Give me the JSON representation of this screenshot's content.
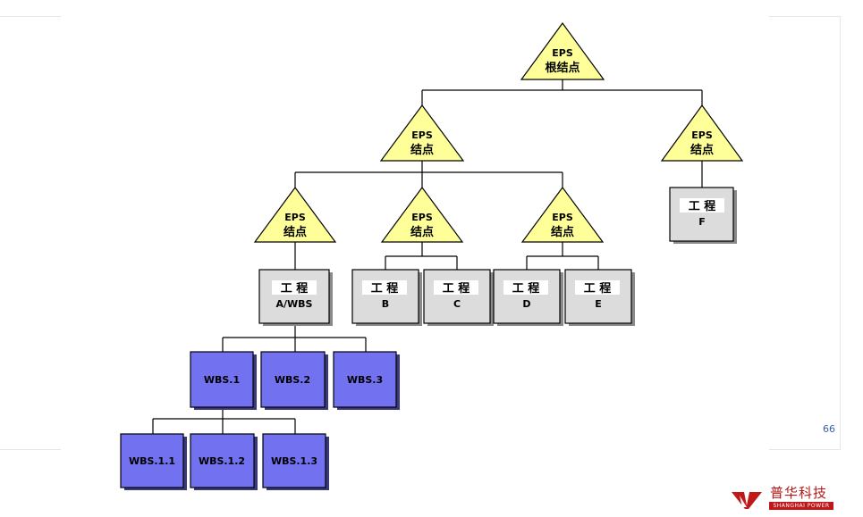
{
  "eps_nodes": [
    {
      "id": "root",
      "line1": "EPS",
      "line2": "根结点"
    },
    {
      "id": "n1",
      "line1": "EPS",
      "line2": "结点"
    },
    {
      "id": "n2",
      "line1": "EPS",
      "line2": "结点"
    },
    {
      "id": "n11",
      "line1": "EPS",
      "line2": "结点"
    },
    {
      "id": "n12",
      "line1": "EPS",
      "line2": "结点"
    },
    {
      "id": "n13",
      "line1": "EPS",
      "line2": "结点"
    }
  ],
  "projects": [
    {
      "id": "pA",
      "title": "工 程",
      "sub": "A/WBS"
    },
    {
      "id": "pB",
      "title": "工 程",
      "sub": "B"
    },
    {
      "id": "pC",
      "title": "工 程",
      "sub": "C"
    },
    {
      "id": "pD",
      "title": "工 程",
      "sub": "D"
    },
    {
      "id": "pE",
      "title": "工 程",
      "sub": "E"
    },
    {
      "id": "pF",
      "title": "工 程",
      "sub": "F"
    }
  ],
  "wbs": [
    {
      "id": "w1",
      "label": "WBS.1"
    },
    {
      "id": "w2",
      "label": "WBS.2"
    },
    {
      "id": "w3",
      "label": "WBS.3"
    },
    {
      "id": "w11",
      "label": "WBS.1.1"
    },
    {
      "id": "w12",
      "label": "WBS.1.2"
    },
    {
      "id": "w13",
      "label": "WBS.1.3"
    }
  ],
  "page_number": "66",
  "logo": {
    "name": "普华科技",
    "tagline": "SHANGHAI POWER"
  },
  "colors": {
    "eps_fill": "#ffff99",
    "project_fill": "#dcdcdc",
    "wbs_fill": "#7272f0",
    "logo_red": "#c01818"
  }
}
